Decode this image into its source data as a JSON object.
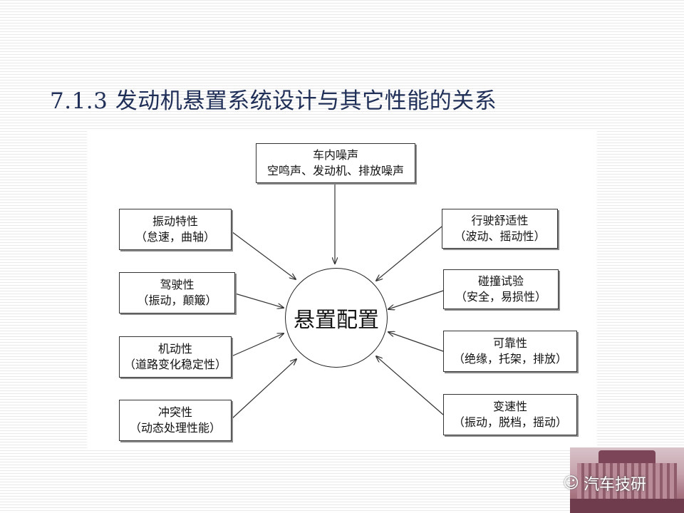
{
  "title": "7.1.3 发动机悬置系统设计与其它性能的关系",
  "center": "悬置配置",
  "top_box": {
    "line1": "车内噪声",
    "line2": "空鸣声、发动机、排放噪声"
  },
  "left_boxes": [
    {
      "line1": "振动特性",
      "line2": "（怠速，曲轴）"
    },
    {
      "line1": "驾驶性",
      "line2": "（振动，颠簸）"
    },
    {
      "line1": "机动性",
      "line2": "（道路变化稳定性）"
    },
    {
      "line1": "冲突性",
      "line2": "（动态处理性能）"
    }
  ],
  "right_boxes": [
    {
      "line1": "行驶舒适性",
      "line2": "（波动、摇动性）"
    },
    {
      "line1": "碰撞试验",
      "line2": "（安全，易损性）"
    },
    {
      "line1": "可靠性",
      "line2": "（绝缘，托架，排放）"
    },
    {
      "line1": "变速性",
      "line2": "（振动，脱档，摇动）"
    }
  ],
  "watermark": {
    "text": "汽车技研",
    "icon": "wechat-icon"
  }
}
